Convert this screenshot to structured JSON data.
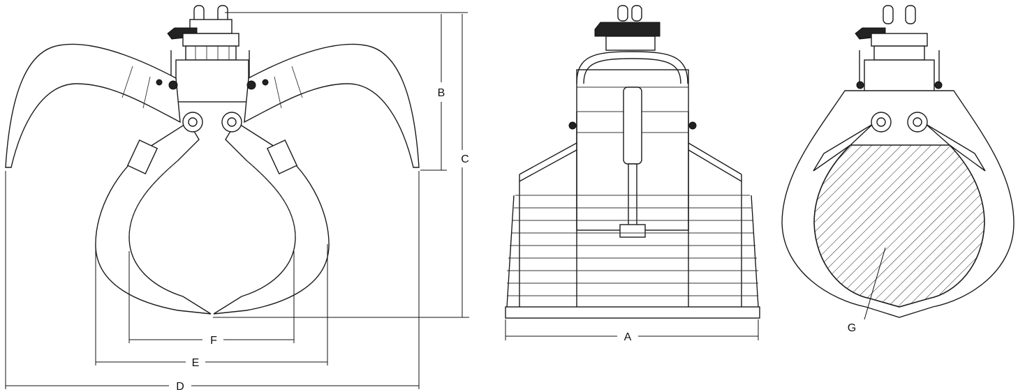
{
  "dimension_labels": {
    "A": "A",
    "B": "B",
    "C": "C",
    "D": "D",
    "E": "E",
    "F": "F",
    "G": "G"
  }
}
